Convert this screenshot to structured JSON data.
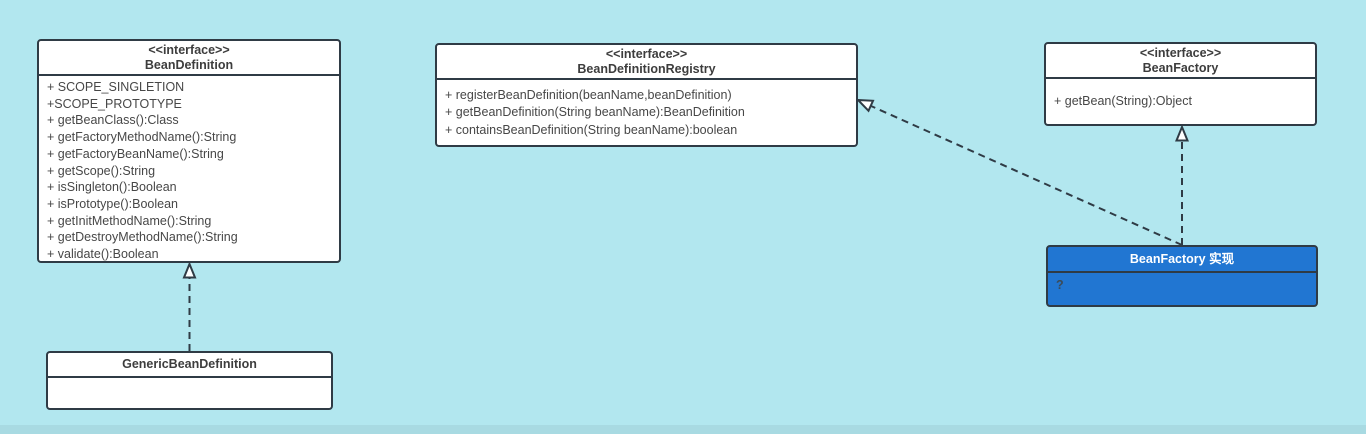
{
  "canvas": {
    "background_color": "#B2E7EF",
    "bottom_strip_color": "#A8DAE2",
    "box_border_color": "#2F3B45",
    "box_fill_color": "#FFFFFF",
    "accent_blue": "#2176D2",
    "text_color": "#474747"
  },
  "classes": [
    {
      "stereotype": "<<interface>>",
      "name": "BeanDefinition",
      "members": [
        "+ SCOPE_SINGLETION",
        "+SCOPE_PROTOTYPE",
        "+ getBeanClass():Class",
        "+ getFactoryMethodName():String",
        "+ getFactoryBeanName():String",
        "+ getScope():String",
        "+ isSingleton():Boolean",
        "+ isPrototype():Boolean",
        "+ getInitMethodName():String",
        "+ getDestroyMethodName():String",
        "+ validate():Boolean"
      ]
    },
    {
      "stereotype": "<<interface>>",
      "name": "BeanDefinitionRegistry",
      "members": [
        "+ registerBeanDefinition(beanName,beanDefinition)",
        "+ getBeanDefinition(String beanName):BeanDefinition",
        "+ containsBeanDefinition(String beanName):boolean"
      ]
    },
    {
      "stereotype": "<<interface>>",
      "name": "BeanFactory",
      "members": [
        "+ getBean(String):Object"
      ]
    },
    {
      "stereotype": "",
      "name": "BeanFactory 实现",
      "members": [
        "?"
      ]
    },
    {
      "stereotype": "",
      "name": "GenericBeanDefinition",
      "members": []
    }
  ],
  "relations": [
    {
      "type": "realization",
      "from": "GenericBeanDefinition",
      "to": "BeanDefinition",
      "line_style": "dashed",
      "arrowhead": "hollow-triangle"
    },
    {
      "type": "realization",
      "from": "BeanFactory 实现",
      "to": "BeanFactory",
      "line_style": "dashed",
      "arrowhead": "hollow-triangle"
    },
    {
      "type": "realization",
      "from": "BeanFactory 实现",
      "to": "BeanDefinitionRegistry",
      "line_style": "dashed",
      "arrowhead": "hollow-triangle"
    }
  ]
}
